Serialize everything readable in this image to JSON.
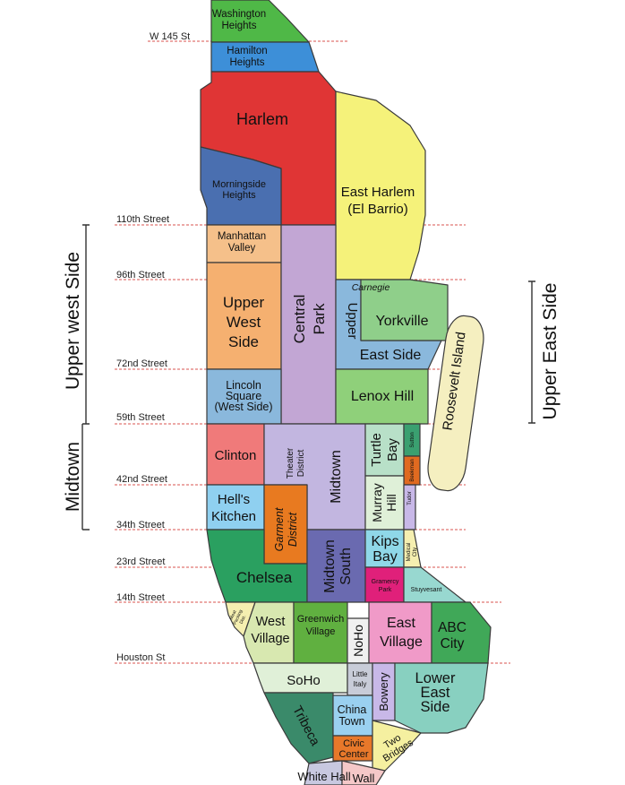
{
  "colors": {
    "washington_heights": "#4fb847",
    "hamilton_heights": "#3d8fd8",
    "harlem": "#e03535",
    "morningside_heights": "#4a6fb0",
    "east_harlem": "#f5f27a",
    "manhattan_valley": "#f5c08a",
    "upper_west_side": "#f5b070",
    "central_park": "#c2a6d4",
    "upper_east_side": "#8ab8dc",
    "yorkville": "#8fcf8a",
    "lincoln_square": "#8ab8dc",
    "lenox_hill": "#8fd07a",
    "roosevelt_island": "#f5efc0",
    "clinton": "#f07a7a",
    "theater_district": "#f5efb0",
    "midtown": "#c2b6e0",
    "turtle_bay": "#b8e0c8",
    "sutton": "#3aa070",
    "beekman": "#e06a20",
    "hells_kitchen": "#8fd0f0",
    "garment_district": "#e87a20",
    "murray_hill": "#dff0d8",
    "tudor": "#c8b8e8",
    "chelsea": "#2aa060",
    "midtown_south": "#6a6ab0",
    "kips_bay": "#8fd8e8",
    "medical_city": "#f5efb0",
    "gramercy_park": "#e0207a",
    "stuyvesant": "#98d8d0",
    "meatpacking": "#f5efb0",
    "west_village": "#d8e8b0",
    "greenwich_village": "#60b040",
    "noho": "#f0f0f0",
    "east_village": "#f09ac8",
    "abc_city": "#40a858",
    "soho": "#e0f0d8",
    "little_italy": "#c8ccd8",
    "bowery": "#c8b8e8",
    "lower_east_side": "#88d0c0",
    "tribeca": "#3a8a6a",
    "china_town": "#9ad0f0",
    "civic_center": "#e8782a",
    "two_bridges": "#f5f0a0",
    "white_hall": "#c8c8e0",
    "wall": "#f5c8c8",
    "street_line": "#d9534f"
  },
  "neighborhoods": {
    "washington_heights": [
      "Washington",
      "Heights"
    ],
    "hamilton_heights": [
      "Hamilton",
      "Heights"
    ],
    "harlem": [
      "Harlem"
    ],
    "morningside_heights": [
      "Morningside",
      "Heights"
    ],
    "east_harlem": [
      "East Harlem",
      "(El Barrio)"
    ],
    "manhattan_valley": [
      "Manhattan",
      "Valley"
    ],
    "upper_west_side": [
      "Upper",
      "West",
      "Side"
    ],
    "central_park": [
      "Central",
      "Park"
    ],
    "carnegie": "Carnegie",
    "upper": "Upper",
    "yorkville": "Yorkville",
    "east_side": "East Side",
    "lincoln_square": [
      "Lincoln",
      "Square",
      "(West Side)"
    ],
    "lenox_hill": "Lenox Hill",
    "roosevelt_island": "Roosevelt Island",
    "clinton": "Clinton",
    "theater_district": [
      "Theater",
      "District"
    ],
    "midtown": "Midtown",
    "turtle_bay": [
      "Turtle",
      "Bay"
    ],
    "sutton": "Sutton",
    "beekman": "Beekman",
    "hells_kitchen": [
      "Hell's",
      "Kitchen"
    ],
    "garment_district": [
      "Garment",
      "District"
    ],
    "murray_hill": [
      "Murray",
      "Hill"
    ],
    "tudor": "Tudor",
    "chelsea": "Chelsea",
    "midtown_south": [
      "Midtown",
      "South"
    ],
    "kips_bay": [
      "Kips",
      "Bay"
    ],
    "medical_city": [
      "Medical",
      "City"
    ],
    "gramercy_park": [
      "Gramercy",
      "Park"
    ],
    "stuyvesant": "Stuyvesant",
    "meatpacking": [
      "Meat",
      "Packing",
      "Dist."
    ],
    "west_village": [
      "West",
      "Village"
    ],
    "greenwich_village": [
      "Greenwich",
      "Village"
    ],
    "noho": "NoHo",
    "east_village": [
      "East",
      "Village"
    ],
    "abc_city": [
      "ABC",
      "City"
    ],
    "soho": "SoHo",
    "little_italy": [
      "Little",
      "Italy"
    ],
    "bowery": "Bowery",
    "lower_east_side": [
      "Lower",
      "East",
      "Side"
    ],
    "tribeca": "Tribeca",
    "china_town": [
      "China",
      "Town"
    ],
    "civic_center": [
      "Civic",
      "Center"
    ],
    "two_bridges": [
      "Two",
      "Bridges"
    ],
    "white_hall": "White Hall",
    "wall": "Wall"
  },
  "streets": {
    "w145": "W 145 St",
    "s110": "110th Street",
    "s96": "96th Street",
    "s72": "72nd Street",
    "s59": "59th Street",
    "s42": "42nd Street",
    "s34": "34th Street",
    "s23": "23rd Street",
    "s14": "14th Street",
    "houston": "Houston St"
  },
  "sides": {
    "upper_west": "Upper west Side",
    "midtown": "Midtown",
    "upper_east": "Upper East Side"
  }
}
